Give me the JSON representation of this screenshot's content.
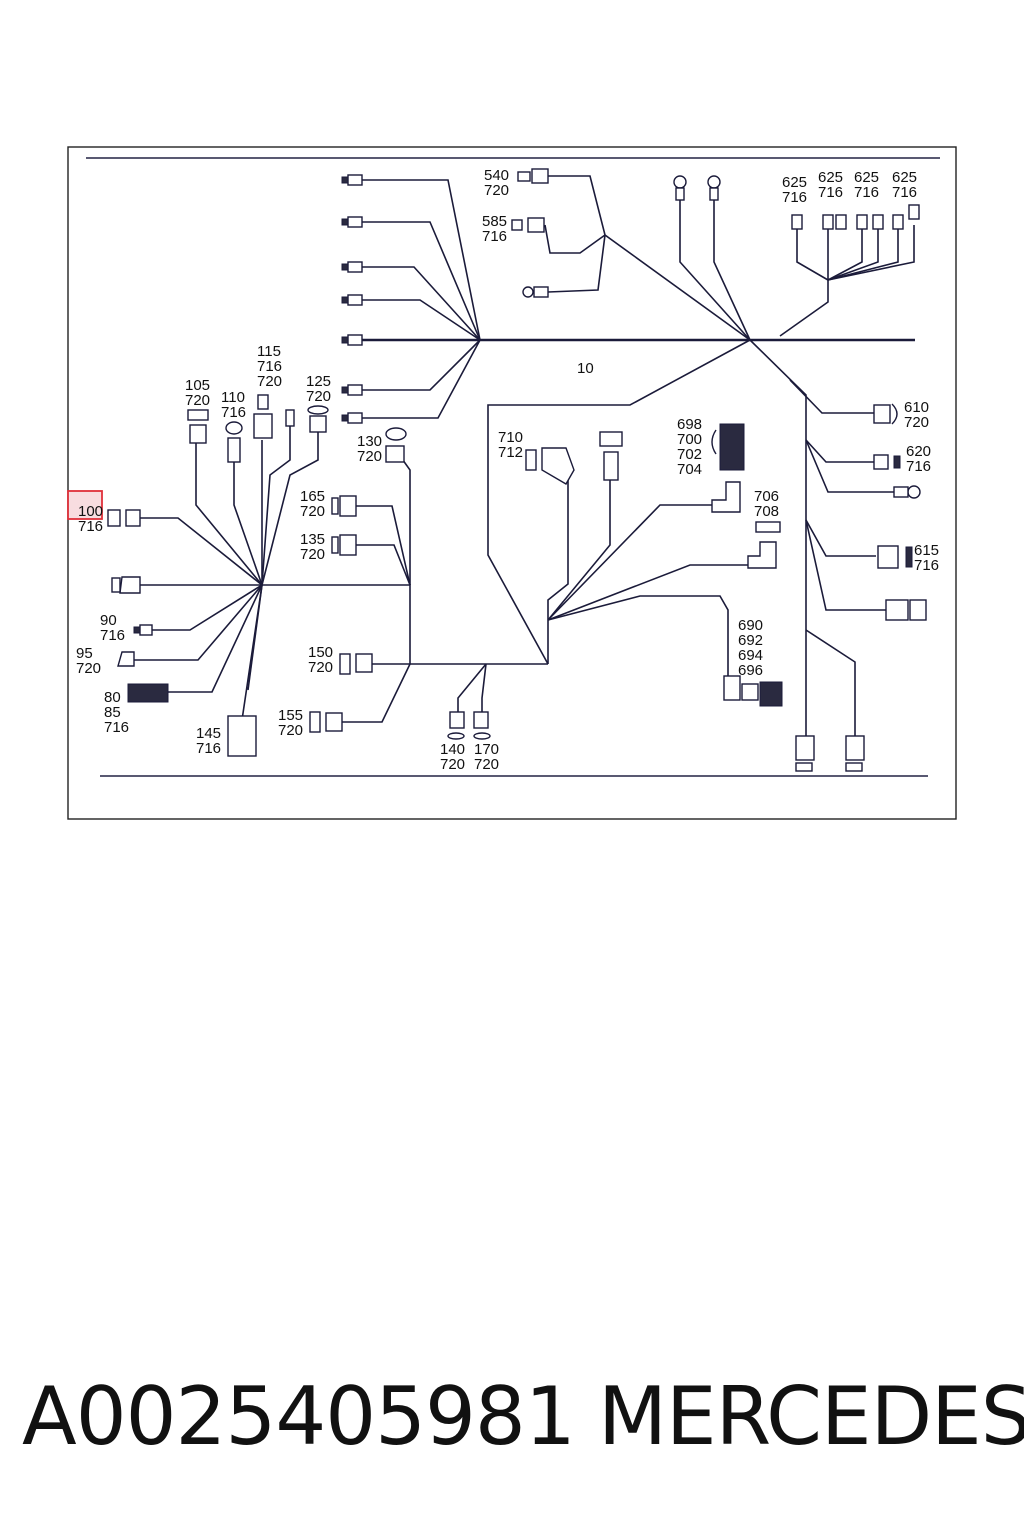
{
  "diagram": {
    "main_wire": "10",
    "highlight": {
      "label": "100",
      "color": "#e0303a"
    },
    "callouts": [
      {
        "id": "c540",
        "lines": [
          "540",
          "720"
        ]
      },
      {
        "id": "c585",
        "lines": [
          "585",
          "716"
        ]
      },
      {
        "id": "c625a",
        "lines": [
          "625",
          "716"
        ]
      },
      {
        "id": "c625b",
        "lines": [
          "625",
          "716"
        ]
      },
      {
        "id": "c625c",
        "lines": [
          "625",
          "716"
        ]
      },
      {
        "id": "c625d",
        "lines": [
          "625",
          "716"
        ]
      },
      {
        "id": "c105",
        "lines": [
          "105",
          "720"
        ]
      },
      {
        "id": "c110",
        "lines": [
          "110",
          "716"
        ]
      },
      {
        "id": "c115",
        "lines": [
          "115",
          "716",
          "720"
        ]
      },
      {
        "id": "c125",
        "lines": [
          "125",
          "720"
        ]
      },
      {
        "id": "c130",
        "lines": [
          "130",
          "720"
        ]
      },
      {
        "id": "c100",
        "lines": [
          "100",
          "716"
        ]
      },
      {
        "id": "c165",
        "lines": [
          "165",
          "720"
        ]
      },
      {
        "id": "c135",
        "lines": [
          "135",
          "720"
        ]
      },
      {
        "id": "c90",
        "lines": [
          "90",
          "716"
        ]
      },
      {
        "id": "c95",
        "lines": [
          "95",
          "720"
        ]
      },
      {
        "id": "c80",
        "lines": [
          "80",
          "85",
          "716"
        ]
      },
      {
        "id": "c145",
        "lines": [
          "145",
          "716"
        ]
      },
      {
        "id": "c150",
        "lines": [
          "150",
          "720"
        ]
      },
      {
        "id": "c155",
        "lines": [
          "155",
          "720"
        ]
      },
      {
        "id": "c140",
        "lines": [
          "140",
          "720"
        ]
      },
      {
        "id": "c170",
        "lines": [
          "170",
          "720"
        ]
      },
      {
        "id": "c710",
        "lines": [
          "710",
          "712"
        ]
      },
      {
        "id": "c698",
        "lines": [
          "698",
          "700",
          "702",
          "704"
        ]
      },
      {
        "id": "c706",
        "lines": [
          "706",
          "708"
        ]
      },
      {
        "id": "c690",
        "lines": [
          "690",
          "692",
          "694",
          "696"
        ]
      },
      {
        "id": "c610",
        "lines": [
          "610",
          "720"
        ]
      },
      {
        "id": "c620",
        "lines": [
          "620",
          "716"
        ]
      },
      {
        "id": "c615",
        "lines": [
          "615",
          "716"
        ]
      }
    ]
  },
  "footer": {
    "part_number": "A0025405981",
    "brand": "MERCEDES"
  }
}
